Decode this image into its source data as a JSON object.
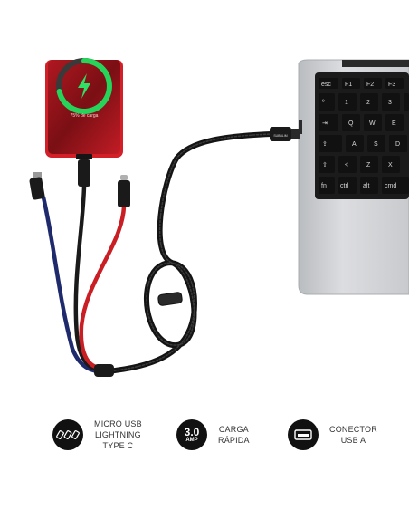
{
  "phone": {
    "screen_text": "75% de carga"
  },
  "laptop": {
    "keys_row1": [
      "esc",
      "F1",
      "F2",
      "F3"
    ],
    "keys_row2": [
      "º",
      "1",
      "2",
      "3"
    ],
    "keys_row3": [
      "⇥",
      "Q",
      "W",
      "E"
    ],
    "keys_row4": [
      "⇪",
      "A",
      "S",
      "D"
    ],
    "keys_row5": [
      "⇧",
      "<",
      "Z",
      "X"
    ],
    "keys_row6": [
      "fn",
      "ctrl",
      "alt",
      "cmd"
    ]
  },
  "connector_logo": "SUBBLIM",
  "features": [
    {
      "lines": [
        "MICRO USB",
        "LIGHTNING",
        "TYPE C"
      ],
      "icon": "cable-connectors-icon"
    },
    {
      "lines": [
        "CARGA",
        "RÁPIDA"
      ],
      "icon": "3-amp-badge",
      "badge_value": "3.0",
      "badge_unit": "AMP"
    },
    {
      "lines": [
        "CONECTOR",
        "USB A"
      ],
      "icon": "usb-a-port-icon"
    }
  ]
}
